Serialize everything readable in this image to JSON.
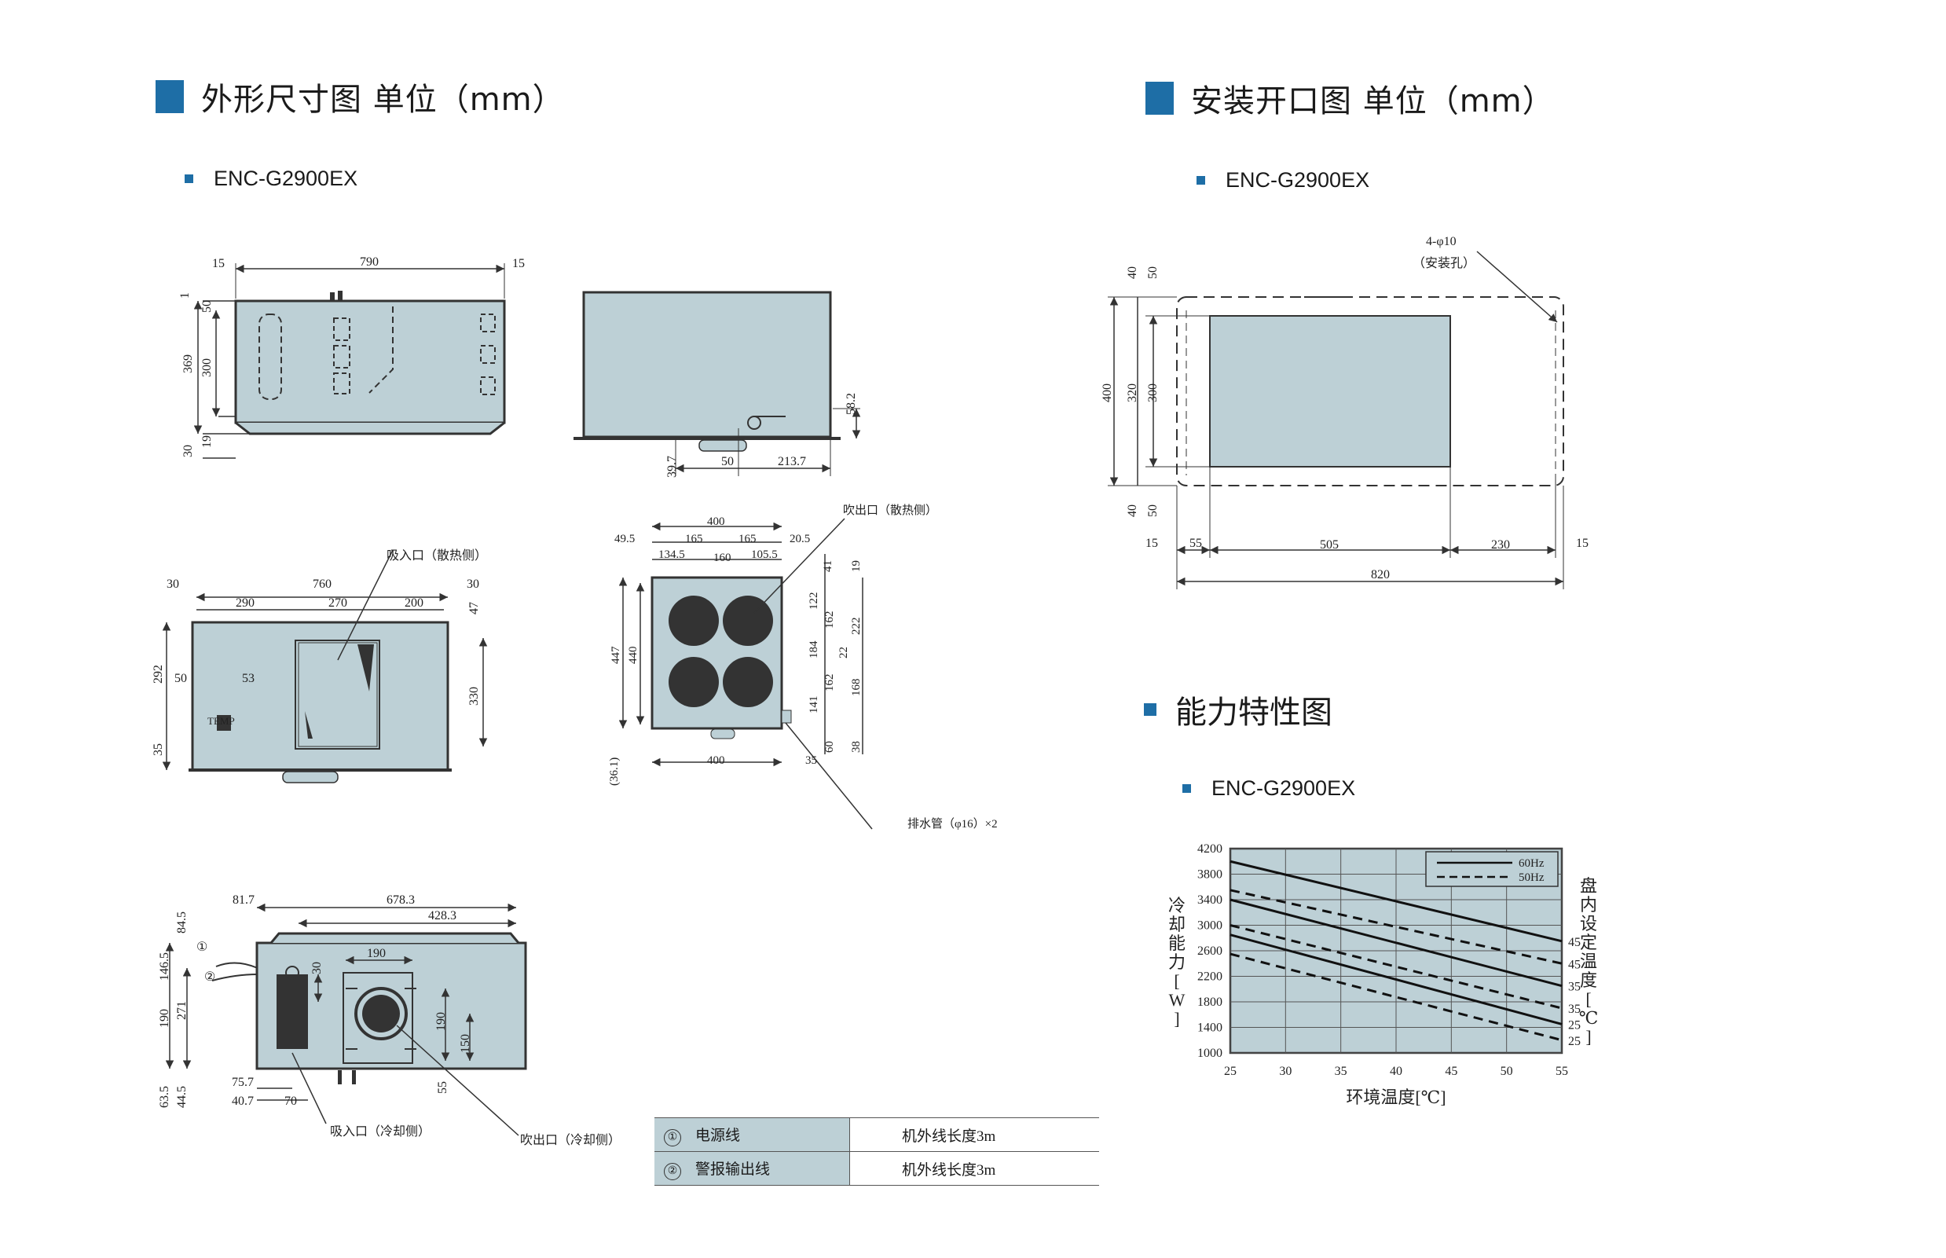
{
  "sections": {
    "dimensions": {
      "title": "外形尺寸图 单位（mm）",
      "model": "ENC-G2900EX"
    },
    "opening": {
      "title": "安装开口图 单位（mm）",
      "model": "ENC-G2900EX"
    },
    "capacity": {
      "title": "能力特性图",
      "model": "ENC-G2900EX"
    }
  },
  "drawing_labels": {
    "top_view": {
      "w790": "790",
      "w15a": "15",
      "w15b": "15",
      "h1": "1",
      "h50": "50",
      "h369": "369",
      "h300": "300",
      "h30": "30",
      "h19": "19"
    },
    "side_view": {
      "h58": "58.2",
      "d39": "39.7",
      "d50": "50",
      "d213": "213.7"
    },
    "front_view": {
      "intake_hot": "吸入口（散热侧）",
      "w30a": "30",
      "w760": "760",
      "w30b": "30",
      "w290": "290",
      "w270": "270",
      "w200": "200",
      "h292": "292",
      "h50": "50",
      "h53": "53",
      "h35": "35",
      "h47": "47",
      "h330": "330",
      "temp": "TEMP"
    },
    "back_view": {
      "exhaust_hot": "吹出口（散热侧）",
      "w400": "400",
      "w49": "49.5",
      "w165a": "165",
      "w165b": "165",
      "w20": "20.5",
      "w134": "134.5",
      "w160": "160",
      "w105": "105.5",
      "h41": "41",
      "h19": "19",
      "h122": "122",
      "h162a": "162",
      "h222": "222",
      "h184": "184",
      "h22": "22",
      "h162b": "162",
      "h168": "168",
      "h141": "141",
      "h60": "60",
      "h38": "38",
      "h447": "447",
      "h440": "440",
      "h36": "(36.1)",
      "w400b": "400",
      "w35": "35",
      "drain": "排水管（φ16）×2"
    },
    "bottom_view": {
      "w81": "81.7",
      "w678": "678.3",
      "w428": "428.3",
      "w190": "190",
      "h84": "84.5",
      "h146": "146.5",
      "h190": "190",
      "h271": "271",
      "h30": "30",
      "h190b": "190",
      "h150": "150",
      "h55": "55",
      "h63": "63.5",
      "h44": "44.5",
      "w75": "75.7",
      "w40": "40.7",
      "w70": "70",
      "c1": "①",
      "c2": "②",
      "intake_cool": "吸入口（冷却侧）",
      "exhaust_cool": "吹出口（冷却侧）"
    },
    "opening": {
      "holes": "4-φ10",
      "holes_note": "（安装孔）",
      "h40a": "40",
      "h50a": "50",
      "h400": "400",
      "h320": "320",
      "h300": "300",
      "h40b": "40",
      "h50b": "50",
      "w15a": "15",
      "w55": "55",
      "w505": "505",
      "w230": "230",
      "w15b": "15",
      "w820": "820"
    }
  },
  "wires": [
    {
      "num": "①",
      "name": "电源线",
      "spec": "机外线长度3m"
    },
    {
      "num": "②",
      "name": "警报输出线",
      "spec": "机外线长度3m"
    }
  ],
  "chart_data": {
    "type": "line",
    "title": "",
    "xlabel": "环境温度[℃]",
    "ylabel": "冷却能力[W]",
    "right_label": "盘内设定温度[℃]",
    "xlim": [
      25,
      55
    ],
    "ylim": [
      1000,
      4200
    ],
    "xticks": [
      25,
      30,
      35,
      40,
      45,
      50,
      55
    ],
    "yticks": [
      1000,
      1400,
      1800,
      2200,
      2600,
      3000,
      3400,
      3800,
      4200
    ],
    "grid": true,
    "legend": {
      "position": "top-right",
      "entries": [
        {
          "label": "60Hz",
          "style": "solid"
        },
        {
          "label": "50Hz",
          "style": "dashed"
        }
      ]
    },
    "series": [
      {
        "name": "60Hz",
        "end_label": "45",
        "style": "solid",
        "x": [
          25,
          55
        ],
        "y": [
          4000,
          2750
        ]
      },
      {
        "name": "50Hz",
        "end_label": "45",
        "style": "dashed",
        "x": [
          25,
          55
        ],
        "y": [
          3550,
          2400
        ]
      },
      {
        "name": "60Hz",
        "end_label": "35",
        "style": "solid",
        "x": [
          25,
          55
        ],
        "y": [
          3400,
          2050
        ]
      },
      {
        "name": "50Hz",
        "end_label": "35",
        "style": "dashed",
        "x": [
          25,
          55
        ],
        "y": [
          3000,
          1700
        ]
      },
      {
        "name": "60Hz",
        "end_label": "25",
        "style": "solid",
        "x": [
          25,
          55
        ],
        "y": [
          2850,
          1450
        ]
      },
      {
        "name": "50Hz",
        "end_label": "25",
        "style": "dashed",
        "x": [
          25,
          55
        ],
        "y": [
          2550,
          1200
        ]
      }
    ]
  }
}
